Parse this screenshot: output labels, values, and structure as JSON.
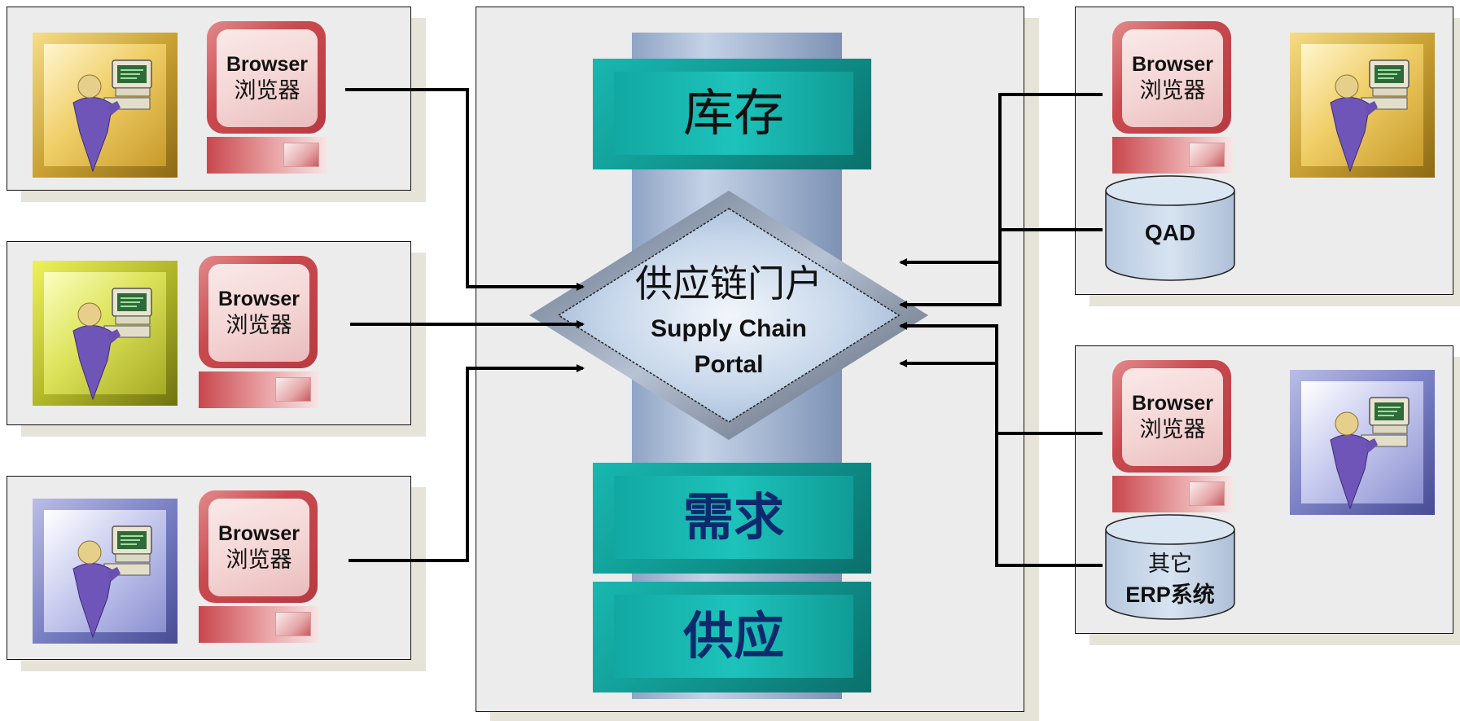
{
  "center": {
    "portal_cn": "供应链门户",
    "portal_en_1": "Supply Chain",
    "portal_en_2": "Portal",
    "module_top": "库存",
    "module_mid": "需求",
    "module_bottom": "供应"
  },
  "clients_left": [
    {
      "browser_en": "Browser",
      "browser_cn": "浏览器"
    },
    {
      "browser_en": "Browser",
      "browser_cn": "浏览器"
    },
    {
      "browser_en": "Browser",
      "browser_cn": "浏览器"
    }
  ],
  "clients_right": [
    {
      "browser_en": "Browser",
      "browser_cn": "浏览器",
      "db_label": "QAD"
    },
    {
      "browser_en": "Browser",
      "browser_cn": "浏览器",
      "db_label_1": "其它",
      "db_label_2": "ERP系统"
    }
  ],
  "colors": {
    "tile_gold": "#c9a134",
    "tile_olive": "#b2b82a",
    "tile_blue": "#7a80c4",
    "module_teal": "#12a8a2",
    "module_text_dark": "#0e2a6e",
    "browser_red": "#c94a4f"
  },
  "icons": [
    "user-computer-icon",
    "database-cylinder-icon",
    "portal-diamond-icon"
  ]
}
